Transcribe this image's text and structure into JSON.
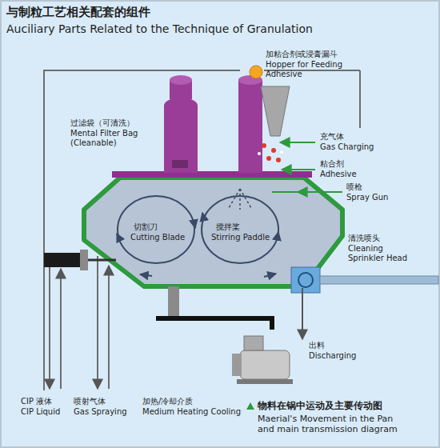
{
  "diagram": {
    "title": "与制粒工艺相关配套的组件",
    "caption": "物料在锅中运动及主要传动图",
    "labels": [
      "Auciliary Parts Related to the Technique of Granulation",
      "加粘合剂或浸膏漏斗",
      "Hopper for Feeding Adhesive",
      "过滤袋（可清洗）",
      "Mental Filter Bag (Cleanable)",
      "充气体",
      "Gas Charging",
      "粘合剂",
      "Adhesive",
      "喷枪",
      "Spray Gun",
      "切割刀",
      "Cutting Blade",
      "搅拌桨",
      "Stirring Paddle",
      "清洗喷头",
      "Cleaning Sprinkler Head",
      "出料",
      "Discharging",
      "CIP 液体",
      "CIP Liquid",
      "喷射气体",
      "Gas Spraying",
      "加热/冷却介质",
      "Medium Heating Cooling",
      "Maerial's Movement in the Pan and main transmission diagram"
    ]
  }
}
